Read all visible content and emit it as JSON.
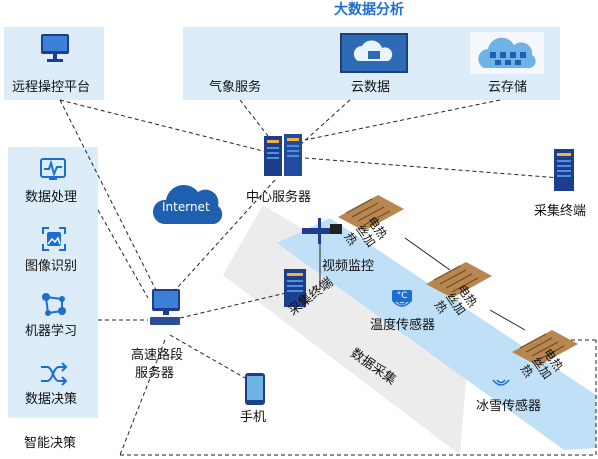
{
  "remote": {
    "label": "远程操控平台"
  },
  "bigdata": {
    "title": "大数据分析",
    "items": [
      {
        "label": "气象服务"
      },
      {
        "label": "云数据"
      },
      {
        "label": "云存储"
      }
    ]
  },
  "center_server": {
    "label": "中心服务器"
  },
  "internet": {
    "label": "Internet"
  },
  "collect_terminal": {
    "label": "采集终端"
  },
  "smart": {
    "title": "智能决策",
    "items": [
      {
        "label": "数据处理",
        "icon": "waveform-monitor-icon"
      },
      {
        "label": "图像识别",
        "icon": "image-recognition-icon"
      },
      {
        "label": "机器学习",
        "icon": "network-nodes-icon"
      },
      {
        "label": "数据决策",
        "icon": "shuffle-arrows-icon"
      }
    ]
  },
  "highway_server": {
    "label_line1": "高速路段",
    "label_line2": "服务器"
  },
  "phone": {
    "label": "手机"
  },
  "road": {
    "video": "视频监控",
    "terminal": "采集终端",
    "temp_sensor": "温度传感器",
    "temp_badge": "°C",
    "ice_sensor": "冰雪传感器",
    "data_collect": "数据采集",
    "heater1": "电热丝加热",
    "heater2": "电热丝加热",
    "heater3": "电热丝加热"
  },
  "colors": {
    "panel": "#dcecf9",
    "road": "#bfe0f7",
    "accent": "#1c6fd1",
    "gray_band": "#ececec"
  }
}
